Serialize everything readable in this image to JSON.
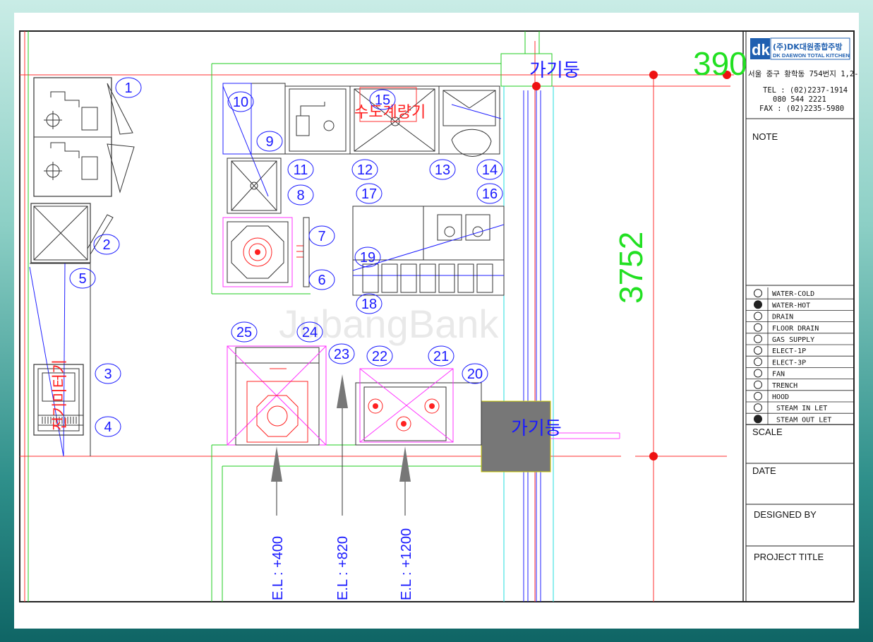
{
  "company": {
    "logo_letters": "dk",
    "name_kor": "(주)DK대원종합주방",
    "name_eng": "DK DAEWON TOTAL KITCHEN",
    "address": "서울 중구 황학동 754번지 1,2-",
    "tel": "TEL : (02)2237-1914",
    "mobile": "080 544 2221",
    "fax": "FAX : (02)2235-5980"
  },
  "title_block": {
    "note": "NOTE",
    "scale": "SCALE",
    "date": "DATE",
    "designed_by": "DESIGNED BY",
    "project_title": "PROJECT TITLE"
  },
  "legend": [
    {
      "label": "WATER-COLD",
      "icon": "water-cold-icon"
    },
    {
      "label": "WATER-HOT",
      "icon": "water-hot-icon"
    },
    {
      "label": "DRAIN",
      "icon": "drain-icon"
    },
    {
      "label": "FLOOR DRAIN",
      "icon": "floor-drain-icon"
    },
    {
      "label": "GAS SUPPLY",
      "icon": "gas-supply-icon"
    },
    {
      "label": "ELECT-1P",
      "icon": "elect-1p-icon"
    },
    {
      "label": "ELECT-3P",
      "icon": "elect-3p-icon"
    },
    {
      "label": "FAN",
      "icon": "fan-icon"
    },
    {
      "label": "TRENCH",
      "icon": "trench-icon"
    },
    {
      "label": "HOOD",
      "icon": "hood-icon"
    },
    {
      "label": "STEAM IN LET",
      "icon": "steam-inlet-icon"
    },
    {
      "label": "STEAM OUT LET",
      "icon": "steam-outlet-icon"
    }
  ],
  "drawing": {
    "column_label_top": "가기둥",
    "column_label_bottom": "가기둥",
    "water_meter_label": "수도계량기",
    "vertical_red_label": "전기미터기",
    "dim_vertical": "3752",
    "dim_top": "390",
    "elevations": [
      "E.L : +400",
      "E.L : +820",
      "E.L : +1200"
    ],
    "watermark": "JubangBank",
    "item_numbers": [
      "1",
      "2",
      "3",
      "4",
      "5",
      "6",
      "7",
      "8",
      "9",
      "10",
      "11",
      "12",
      "13",
      "14",
      "15",
      "16",
      "17",
      "18",
      "19",
      "20",
      "21",
      "22",
      "23",
      "24",
      "25"
    ]
  }
}
